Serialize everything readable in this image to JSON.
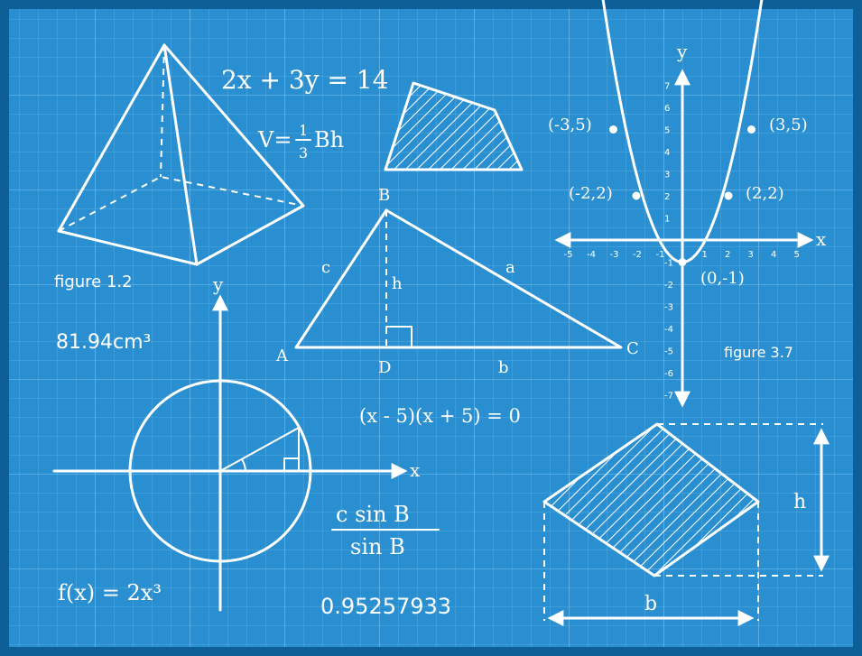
{
  "colors": {
    "background": "#2a8fd1",
    "grid_minor": "#5fb0e6",
    "grid_major": "#7cc2ee",
    "frame": "#0e5f97",
    "chalk": "#ffffff"
  },
  "equations": {
    "linear": "2x + 3y = 14",
    "pyramid_volume_prefix": "V=",
    "pyramid_volume_num": "1",
    "pyramid_volume_den": "3",
    "pyramid_volume_suffix": "Bh",
    "volume_value": "81.94cm³",
    "quadratic": "(x - 5)(x + 5) = 0",
    "fraction_num": "c sin B",
    "fraction_den": "sin B",
    "decimal": "0.95257933",
    "cubic": "f(x) = 2x³"
  },
  "captions": {
    "pyramid": "figure 1.2",
    "parabola": "figure 3.7"
  },
  "triangle_labels": {
    "A": "A",
    "B": "B",
    "C": "C",
    "D": "D",
    "a": "a",
    "b": "b",
    "c": "c",
    "h": "h"
  },
  "circle_axes": {
    "x": "x",
    "y": "y"
  },
  "parabola_graph": {
    "x_axis": "x",
    "y_axis": "y",
    "points": [
      "(-3,5)",
      "(3,5)",
      "(-2,2)",
      "(2,2)",
      "(0,-1)"
    ],
    "x_ticks": [
      "-5",
      "-4",
      "-3",
      "-2",
      "-1",
      "1",
      "2",
      "3",
      "4",
      "5"
    ],
    "y_ticks": [
      "7",
      "6",
      "5",
      "4",
      "3",
      "2",
      "1",
      "-1",
      "-2",
      "-3",
      "-4",
      "-5",
      "-6",
      "-7"
    ]
  },
  "rhombus_labels": {
    "h": "h",
    "b": "b"
  }
}
